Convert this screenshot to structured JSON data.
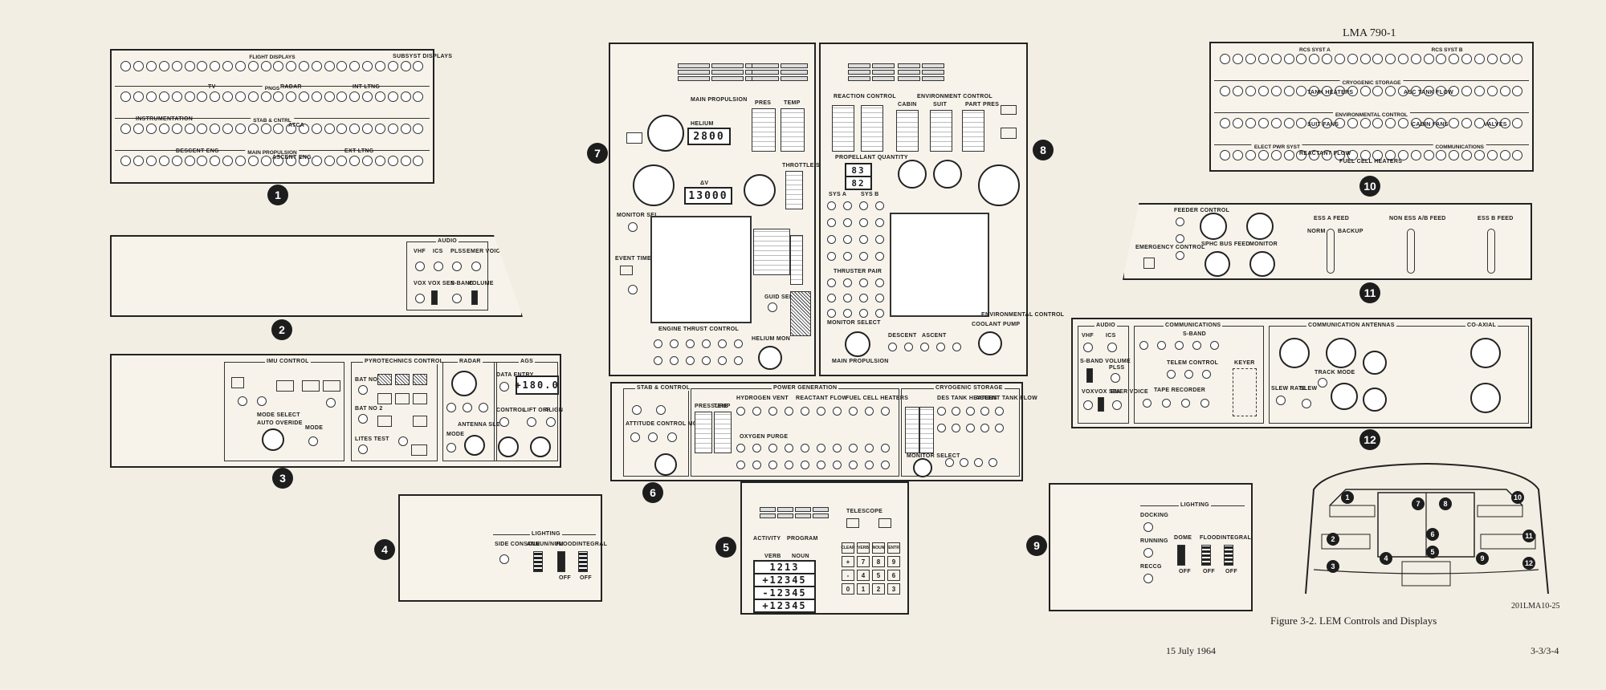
{
  "header": {
    "doc_id": "LMA 790-1"
  },
  "footer": {
    "date": "15 July 1964",
    "page": "3-3/3-4",
    "caption": "Figure 3-2.  LEM Controls and Displays",
    "image_code": "201LMA10-25"
  },
  "callouts": [
    "1",
    "2",
    "3",
    "4",
    "5",
    "6",
    "7",
    "8",
    "9",
    "10",
    "11",
    "12"
  ],
  "panel1": {
    "rows": [
      "FLIGHT DISPLAYS",
      "PNGS",
      "STAB & CNTRL",
      "MAIN PROPULSION"
    ],
    "sub": [
      "SUBSYST DISPLAYS",
      "RADAR",
      "TV",
      "INT LTNG",
      "ATCA",
      "INSTRUMENTATION",
      "DESCENT ENG",
      "ASCENT ENG",
      "EXT LTNG"
    ]
  },
  "panel2": {
    "title": "AUDIO",
    "labels": [
      "VHF",
      "ICS",
      "PLSS",
      "EMER VOICE",
      "VOX",
      "VOX SEN",
      "S-BAND",
      "VOLUME"
    ]
  },
  "panel3": {
    "sections": [
      "IMU CONTROL",
      "PYROTECHNICS CONTROL",
      "RADAR",
      "AGS"
    ],
    "labels": [
      "MODE SELECT",
      "AUTO OVERIDE",
      "MODE",
      "BAT NO 1",
      "BAT NO 2",
      "LITES TEST",
      "DATA ENTRY",
      "CONTROL",
      "LIFT OFF",
      "ALIGN",
      "ANTENNA SLEW",
      "MODE"
    ],
    "display": "+180.0"
  },
  "panel4": {
    "title": "LIGHTING",
    "labels": [
      "SIDE CONSOLE",
      "ANNUN/NUM",
      "FLOOD",
      "INTEGRAL",
      "OFF",
      "OFF"
    ]
  },
  "panel5": {
    "title": "TELESCOPE",
    "labels": [
      "ACTIVITY",
      "PROGRAM",
      "VERB",
      "NOUN"
    ],
    "displays": [
      "1213",
      "+12345",
      "-12345",
      "+12345"
    ],
    "keys": [
      "CLEAR",
      "VERB",
      "NOUN",
      "ENTR",
      "+",
      "7",
      "8",
      "9",
      "-",
      "4",
      "5",
      "6",
      "0",
      "1",
      "2",
      "3"
    ]
  },
  "panel6": {
    "sections": [
      "STAB & CONTROL",
      "POWER GENERATION",
      "CRYOGENIC STORAGE"
    ],
    "labels": [
      "ATTITUDE CONTROL MODE",
      "HYDROGEN VENT",
      "REACTANT FLOW",
      "FUEL CELL HEATERS",
      "OXYGEN PURGE",
      "DES TANK HEATERS",
      "ASCENT TANK FLOW",
      "MONITOR SELECT",
      "PRESSURE",
      "TEMP"
    ]
  },
  "panel7": {
    "title": "MAIN PROPULSION",
    "labels": [
      "HELIUM",
      "ΔV",
      "ENGINE THRUST CONTROL",
      "MONITOR SEL",
      "EVENT TIMER",
      "THROTTLE SETTING",
      "GUID SEL",
      "HELIUM MON",
      "PRES",
      "TEMP"
    ],
    "displays": [
      "2800",
      "13000"
    ]
  },
  "panel8": {
    "sections": [
      "REACTION CONTROL",
      "ENVIRONMENT CONTROL",
      "MAIN PROPULSION",
      "DESCENT",
      "ASCENT"
    ],
    "labels": [
      "PROPELLANT QUANTITY",
      "SYS A",
      "SYS B",
      "THRUSTER PAIR",
      "MONITOR SELECT",
      "COOLANT PUMP",
      "ENVIRONMENTAL CONTROL",
      "CABIN",
      "SUIT",
      "PART PRES"
    ],
    "displays": [
      "83",
      "82"
    ]
  },
  "panel9": {
    "title": "LIGHTING",
    "labels": [
      "DOCKING",
      "RUNNING",
      "RECCG",
      "DOME",
      "FLOOD",
      "INTEGRAL",
      "OFF",
      "OFF",
      "OFF"
    ]
  },
  "panel10": {
    "rows": [
      "RCS SYST A",
      "RCS SYST B",
      "CRYOGENIC STORAGE",
      "ENVIRONMENTAL CONTROL",
      "ELECT PWR SYST",
      "COMMUNICATIONS"
    ],
    "sub": [
      "TANK HEATERS",
      "ASC TANK FLOW",
      "SUIT FANS",
      "CABIN FANS",
      "VALVES",
      "REACTANT FLOW",
      "FUEL CELL HEATERS"
    ]
  },
  "panel11": {
    "labels": [
      "FEEDER CONTROL",
      "EMERGENCY CONTROL",
      "SPHC BUS FEED",
      "MONITOR",
      "ESS A FEED",
      "NON ESS A/B FEED",
      "ESS B FEED",
      "NORM",
      "BACKUP"
    ]
  },
  "panel12": {
    "sections": [
      "AUDIO",
      "COMMUNICATIONS",
      "COMMUNICATION ANTENNAS",
      "CO-AXIAL"
    ],
    "labels": [
      "VHF",
      "ICS",
      "S-BAND VOLUME",
      "PLSS",
      "VOX",
      "VOX SEN",
      "EMER VOICE",
      "S-BAND",
      "TELEM CONTROL",
      "TAPE RECORDER",
      "KEYER",
      "TRACK MODE",
      "SLEW RATE",
      "SLEW"
    ]
  }
}
